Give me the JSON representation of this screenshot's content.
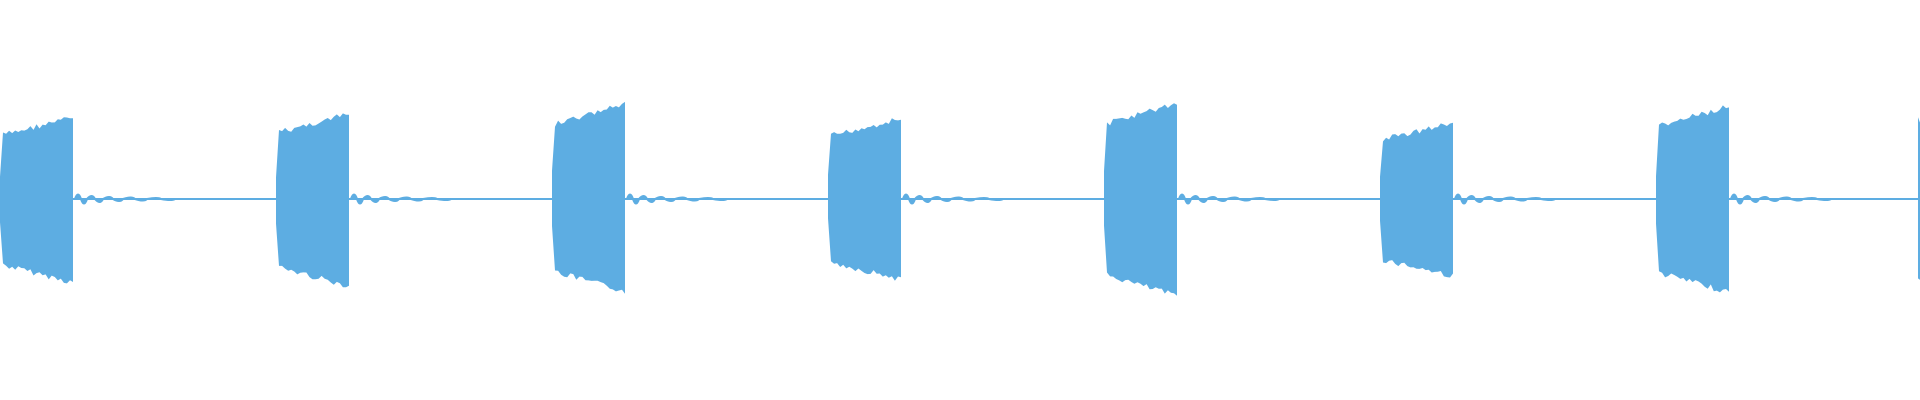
{
  "waveform": {
    "color": "#5dade2",
    "background": "#ffffff",
    "bursts": [
      {
        "index": 1,
        "peak_top": 0.74,
        "peak_bottom": 0.76
      },
      {
        "index": 2,
        "peak_top": 0.77,
        "peak_bottom": 0.79
      },
      {
        "index": 3,
        "peak_top": 0.86,
        "peak_bottom": 0.84
      },
      {
        "index": 4,
        "peak_top": 0.73,
        "peak_bottom": 0.73
      },
      {
        "index": 5,
        "peak_top": 0.87,
        "peak_bottom": 0.88
      },
      {
        "index": 6,
        "peak_top": 0.69,
        "peak_bottom": 0.7
      },
      {
        "index": 7,
        "peak_top": 0.84,
        "peak_bottom": 0.85
      },
      {
        "index": 8,
        "peak_top": 0.72,
        "peak_bottom": 0.73
      }
    ]
  }
}
